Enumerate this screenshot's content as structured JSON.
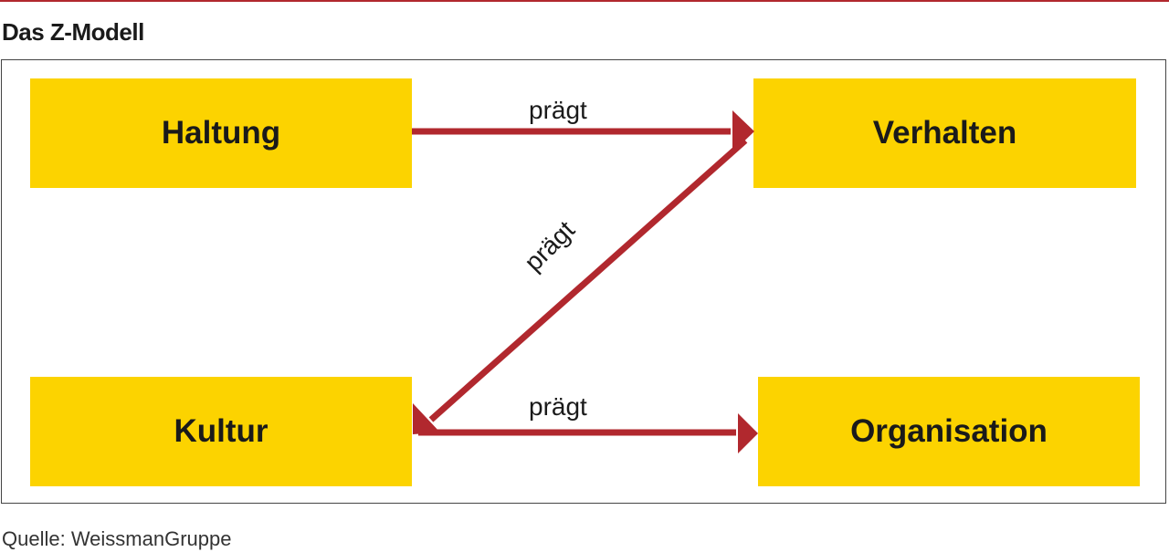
{
  "title": "Das Z-Modell",
  "colors": {
    "accent": "#b1282e",
    "box_fill": "#fcd300",
    "text": "#1a1a1a",
    "frame": "#444444"
  },
  "nodes": {
    "haltung": "Haltung",
    "verhalten": "Verhalten",
    "kultur": "Kultur",
    "organisation": "Organisation"
  },
  "edges": [
    {
      "from": "Haltung",
      "to": "Verhalten",
      "label": "prägt"
    },
    {
      "from": "Verhalten",
      "to": "Kultur",
      "label": "prägt"
    },
    {
      "from": "Kultur",
      "to": "Organisation",
      "label": "prägt"
    }
  ],
  "source": "Quelle: WeissmanGruppe"
}
